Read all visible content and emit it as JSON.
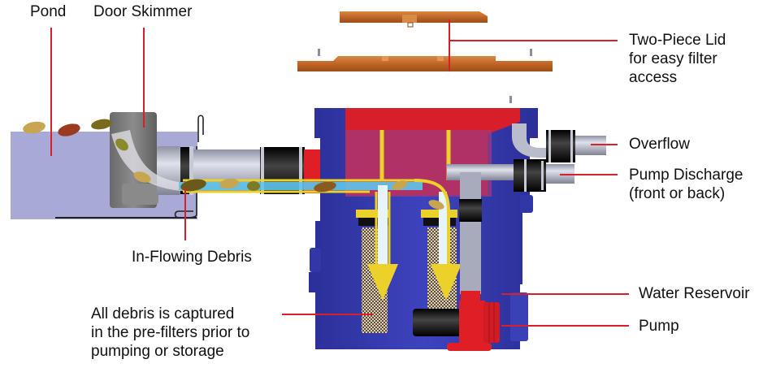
{
  "labels": {
    "pond": "Pond",
    "door_skimmer": "Door Skimmer",
    "lid": [
      "Two-Piece Lid",
      "for easy filter",
      "access"
    ],
    "overflow": "Overflow",
    "pump_discharge": [
      "Pump Discharge",
      "(front or back)"
    ],
    "in_flowing_debris": "In-Flowing Debris",
    "water_reservoir": "Water Reservoir",
    "pump": "Pump",
    "debris_captured": [
      "All debris is captured",
      "in the pre-filters prior to",
      "pumping or storage"
    ]
  },
  "colors": {
    "leader_line": "#d8202a",
    "pond_water": "#a9a9d6",
    "skimmer_gray": "#7a7a7a",
    "body_blue": "#3a3fb0",
    "body_red": "#e01e26",
    "lid_orange": "#c46a2a",
    "flow_yellow": "#f0d21e",
    "flow_water": "#5ec4ec",
    "pipe_gray": "#b8bccb",
    "coupling_black": "#151515"
  }
}
